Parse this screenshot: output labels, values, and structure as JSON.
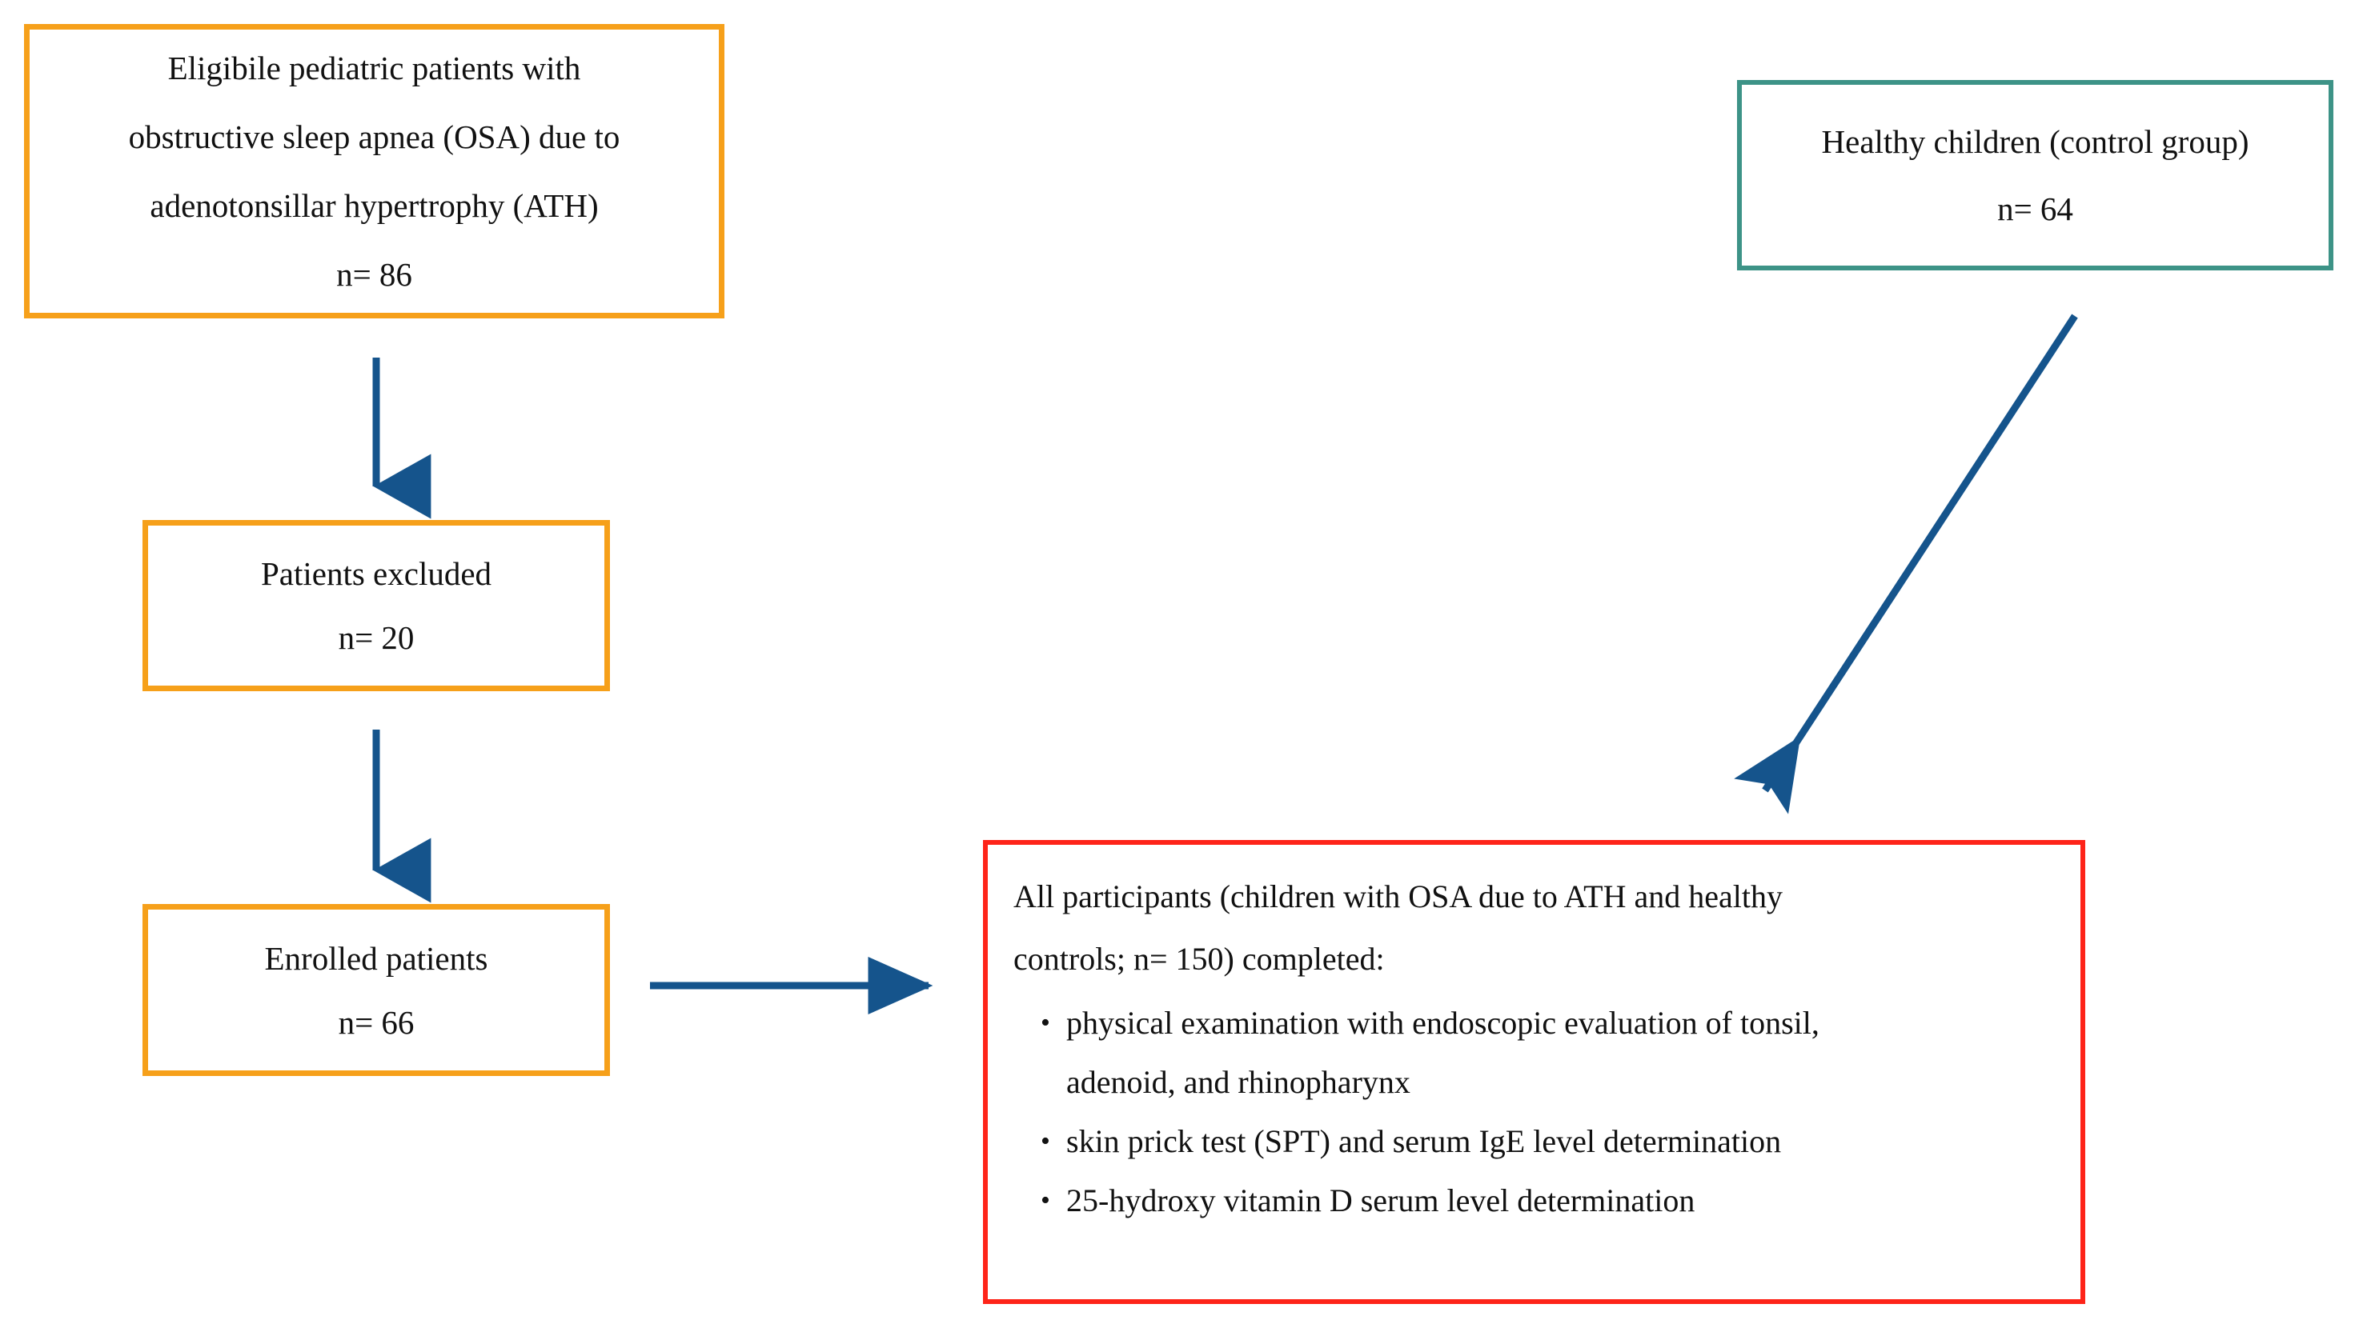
{
  "diagram": {
    "title": "Study participant flow diagram",
    "colors": {
      "orange_border": "#f6a01a",
      "teal_border": "#3d9387",
      "red_border": "#fe2419",
      "arrow_blue": "#15548c",
      "text": "#111111",
      "background": "#ffffff"
    },
    "nodes": {
      "eligible": {
        "line1": "Eligibile pediatric patients with",
        "line2": "obstructive sleep apnea (OSA) due to",
        "line3": "adenotonsillar hypertrophy (ATH)",
        "line4": "n= 86"
      },
      "healthy": {
        "line1": "Healthy children (control group)",
        "line2": "n= 64"
      },
      "excluded": {
        "line1": "Patients excluded",
        "line2": "n= 20"
      },
      "enrolled": {
        "line1": "Enrolled patients",
        "line2": "n= 66"
      },
      "participants": {
        "intro_line1": "All participants (children with OSA due to ATH and healthy",
        "intro_line2": "controls; n= 150) completed:",
        "bullet_char": "•",
        "items": [
          "physical examination with endoscopic evaluation of tonsil,",
          "adenoid, and rhinopharynx",
          "skin prick test (SPT) and serum IgE level determination",
          "25-hydroxy vitamin D serum level determination"
        ],
        "bulleted": [
          true,
          false,
          true,
          true
        ]
      }
    },
    "arrows": [
      {
        "name": "eligible-to-excluded",
        "direction": "down"
      },
      {
        "name": "excluded-to-enrolled",
        "direction": "down"
      },
      {
        "name": "enrolled-to-participants",
        "direction": "right"
      },
      {
        "name": "healthy-to-participants",
        "direction": "diagonal-down-left"
      }
    ]
  }
}
